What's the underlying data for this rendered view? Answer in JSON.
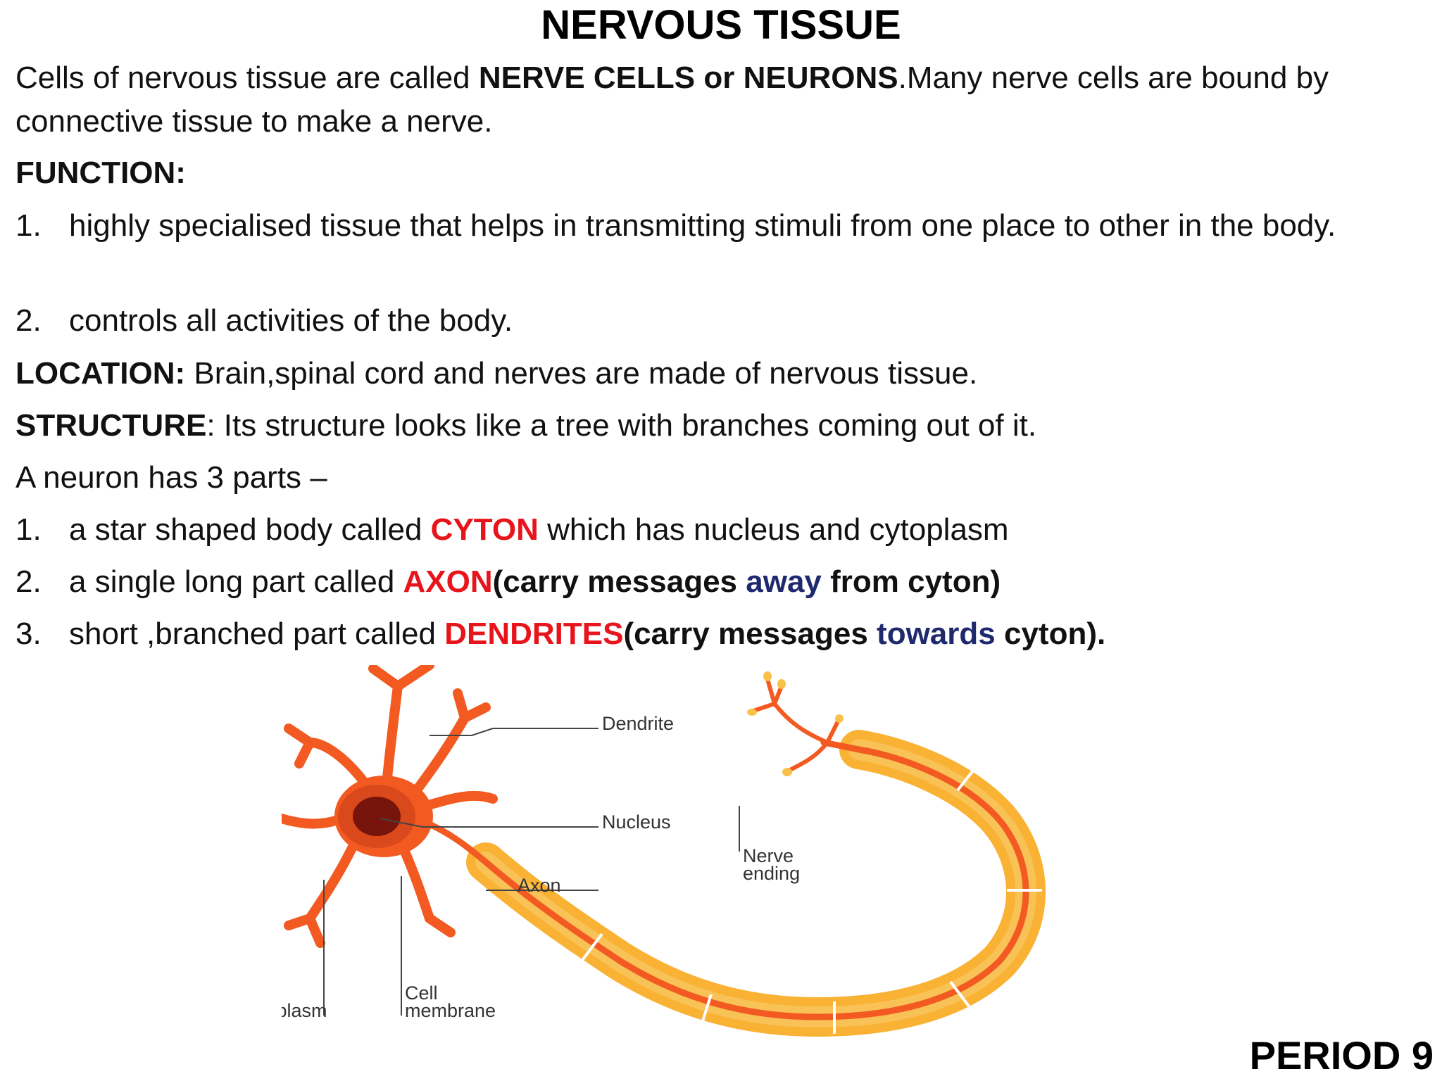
{
  "title": "NERVOUS TISSUE",
  "intro": {
    "before": "Cells of nervous tissue are called ",
    "bold": "NERVE CELLS or NEURONS",
    "after": ".Many nerve cells are bound by connective tissue to make a nerve."
  },
  "function": {
    "heading": "FUNCTION:",
    "items": [
      {
        "num": "1.",
        "text": "highly specialised  tissue that helps in transmitting stimuli from one place to other in the body."
      },
      {
        "num": "2.",
        "text": "controls all activities of the body."
      }
    ]
  },
  "location": {
    "label": "LOCATION:",
    "text": " Brain,spinal cord and nerves are made of nervous tissue."
  },
  "structure": {
    "label": "STRUCTURE",
    "text": ": Its structure looks like a tree with branches coming out of it."
  },
  "parts_intro": "A neuron has 3 parts –",
  "parts": [
    {
      "num": "1.",
      "pre": "a star shaped body called ",
      "term": "CYTON",
      "post": " which has nucleus and cytoplasm"
    },
    {
      "num": "2.",
      "pre": "a single long part called ",
      "term": "AXON",
      "b1": "(carry messages ",
      "dir": "away",
      "b2": " from cyton)"
    },
    {
      "num": "3.",
      "pre": "short ,branched part called ",
      "term": "DENDRITES",
      "b1": "(carry messages ",
      "dir": "towards",
      "b2": " cyton)."
    }
  ],
  "diagram": {
    "labels": {
      "dendrite": "Dendrite",
      "nucleus": "Nucleus",
      "axon": "Axon",
      "nerve_ending_1": "Nerve",
      "nerve_ending_2": "ending",
      "cytoplasm": "Cytoplasm",
      "cell_membrane_1": "Cell",
      "cell_membrane_2": "membrane"
    },
    "colors": {
      "cell": "#f25a22",
      "nucleus": "#5a0a0a",
      "sheath": "#f9b233",
      "axon_core": "#f25a22"
    }
  },
  "footer": "PERIOD 9"
}
